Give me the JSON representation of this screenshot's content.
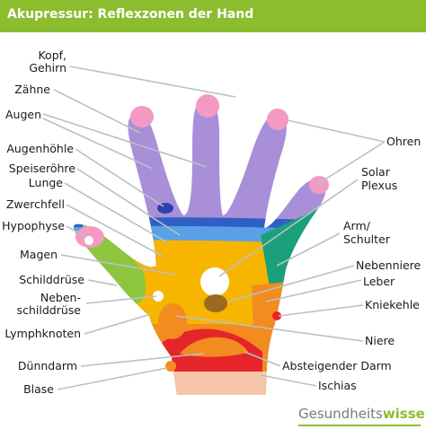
{
  "header": {
    "title": "Akupressur: Reflexzonen der Hand",
    "background_color": "#8cbd2f"
  },
  "labels_left": {
    "kopf_line1": "Kopf,",
    "kopf_line2": "Gehirn",
    "zaehne": "Zähne",
    "augen": "Augen",
    "augenhoehle": "Augenhöhle",
    "speiseroehre": "Speiseröhre",
    "lunge": "Lunge",
    "zwerchfell": "Zwerchfell",
    "hypophyse": "Hypophyse",
    "magen": "Magen",
    "schilddruese": "Schilddrüse",
    "nebenschild_line1": "Neben-",
    "nebenschild_line2": "schilddrüse",
    "lymphknoten": "Lymphknoten",
    "duenndarm": "Dünndarm",
    "blase": "Blase"
  },
  "labels_right": {
    "ohren": "Ohren",
    "solar_line1": "Solar",
    "solar_line2": "Plexus",
    "arm_line1": "Arm/",
    "arm_line2": "Schulter",
    "nebenniere": "Nebenniere",
    "leber": "Leber",
    "kniekehle": "Kniekehle",
    "niere": "Niere",
    "absteigender_darm": "Absteigender Darm",
    "ischias": "Ischias"
  },
  "brand": {
    "part1": "Gesundheits",
    "part2": "wissen"
  },
  "colors": {
    "fingers": "#a88fd8",
    "fingertips": "#f29ac4",
    "diaphragm_band": "#2f5fc4",
    "lung_band": "#5aa0e6",
    "arm_zone": "#1aa07a",
    "thyroid_zone": "#8cc63f",
    "palm": "#f7b500",
    "orange": "#f28c1e",
    "red": "#e5252a",
    "skin": "#f7c6a8",
    "knee": "#e8212a"
  }
}
